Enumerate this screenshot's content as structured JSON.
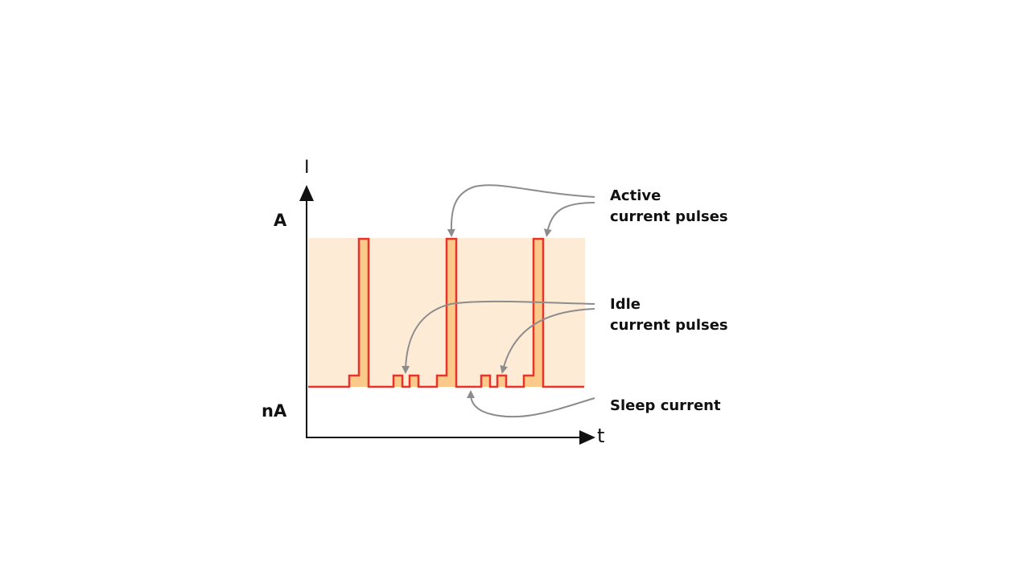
{
  "axes": {
    "y_label": "I",
    "x_label": "t",
    "y_high": "A",
    "y_low": "nA"
  },
  "annotations": {
    "active": {
      "line1": "Active",
      "line2": "current pulses"
    },
    "idle": {
      "line1": "Idle",
      "line2": "current pulses"
    },
    "sleep": "Sleep current"
  },
  "colors": {
    "signal": "#e8332a",
    "fill": "#fbc98a",
    "band": "#fdebd6",
    "arrow": "#8c8c8c",
    "axis": "#111111"
  }
}
